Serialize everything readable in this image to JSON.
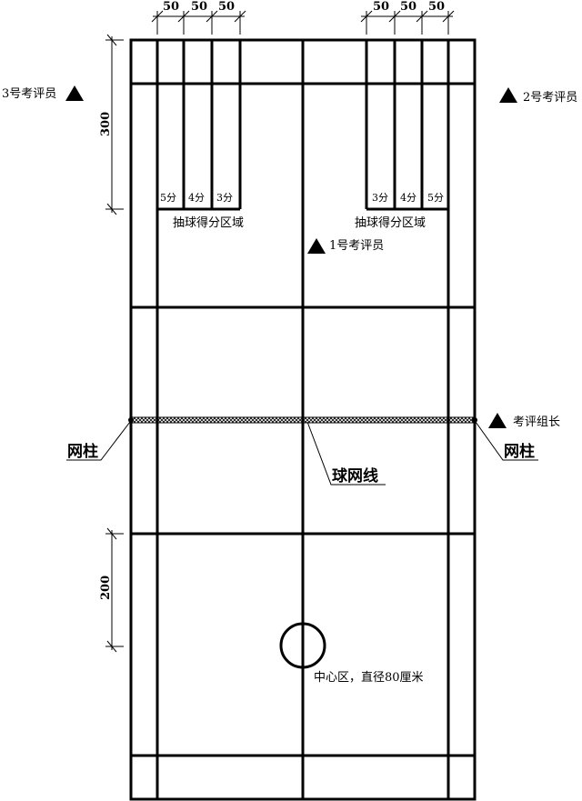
{
  "dimensions": {
    "zone_width_labels": [
      "50",
      "50",
      "50",
      "50",
      "50",
      "50"
    ],
    "back_depth": "300",
    "center_depth": "200"
  },
  "score_zones": {
    "left": [
      "5分",
      "4分",
      "3分"
    ],
    "right": [
      "3分",
      "4分",
      "5分"
    ],
    "area_label_left": "抽球得分区域",
    "area_label_right": "抽球得分区域"
  },
  "judges": {
    "judge1": "1号考评员",
    "judge2": "2号考评员",
    "judge3": "3号考评员",
    "head": "考评组长"
  },
  "net": {
    "post_left": "网柱",
    "post_right": "网柱",
    "net_line": "球网线"
  },
  "center_zone": "中心区，直径80厘米"
}
